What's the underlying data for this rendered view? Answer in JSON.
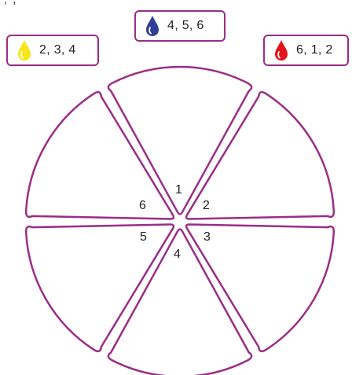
{
  "header": {
    "fragment": "ꞌ, ꞌ, ꞌ"
  },
  "boxes": {
    "left": {
      "text": "2, 3, 4",
      "color": "#f7e61b",
      "icon": "yellow-drop-icon"
    },
    "mid": {
      "text": "4, 5, 6",
      "color": "#2f3f98",
      "icon": "blue-drop-icon"
    },
    "right": {
      "text": "6, 1, 2",
      "color": "#e3141b",
      "icon": "red-drop-icon"
    }
  },
  "wheel": {
    "outline_color": "#9b2d86",
    "sectors": [
      {
        "id": "1",
        "label": "1"
      },
      {
        "id": "2",
        "label": "2"
      },
      {
        "id": "3",
        "label": "3"
      },
      {
        "id": "4",
        "label": "4"
      },
      {
        "id": "5",
        "label": "5"
      },
      {
        "id": "6",
        "label": "6"
      }
    ]
  }
}
